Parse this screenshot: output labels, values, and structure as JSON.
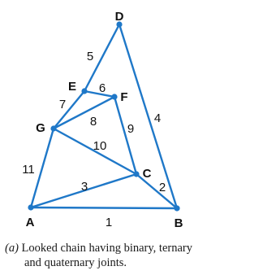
{
  "diagram": {
    "nodes": [
      {
        "id": "A",
        "label": "A"
      },
      {
        "id": "B",
        "label": "B"
      },
      {
        "id": "C",
        "label": "C"
      },
      {
        "id": "D",
        "label": "D"
      },
      {
        "id": "E",
        "label": "E"
      },
      {
        "id": "F",
        "label": "F"
      },
      {
        "id": "G",
        "label": "G"
      }
    ],
    "links": [
      {
        "label": "1",
        "from": "A",
        "to": "B"
      },
      {
        "label": "2",
        "from": "C",
        "to": "B"
      },
      {
        "label": "3",
        "from": "A",
        "to": "C"
      },
      {
        "label": "4",
        "from": "D",
        "to": "B"
      },
      {
        "label": "5",
        "from": "E",
        "to": "D"
      },
      {
        "label": "6",
        "from": "E",
        "to": "F"
      },
      {
        "label": "7",
        "from": "G",
        "to": "E"
      },
      {
        "label": "8",
        "from": "G",
        "to": "F"
      },
      {
        "label": "9",
        "from": "F",
        "to": "C"
      },
      {
        "label": "10",
        "from": "G",
        "to": "C"
      },
      {
        "label": "11",
        "from": "A",
        "to": "G"
      }
    ]
  },
  "caption": {
    "tag": "(a)",
    "line1": "Looked chain having binary, ternary",
    "line2": "and quaternary joints."
  },
  "colors": {
    "link": "#1f78c8",
    "joint": "#1f78c8",
    "label": "#111111"
  }
}
